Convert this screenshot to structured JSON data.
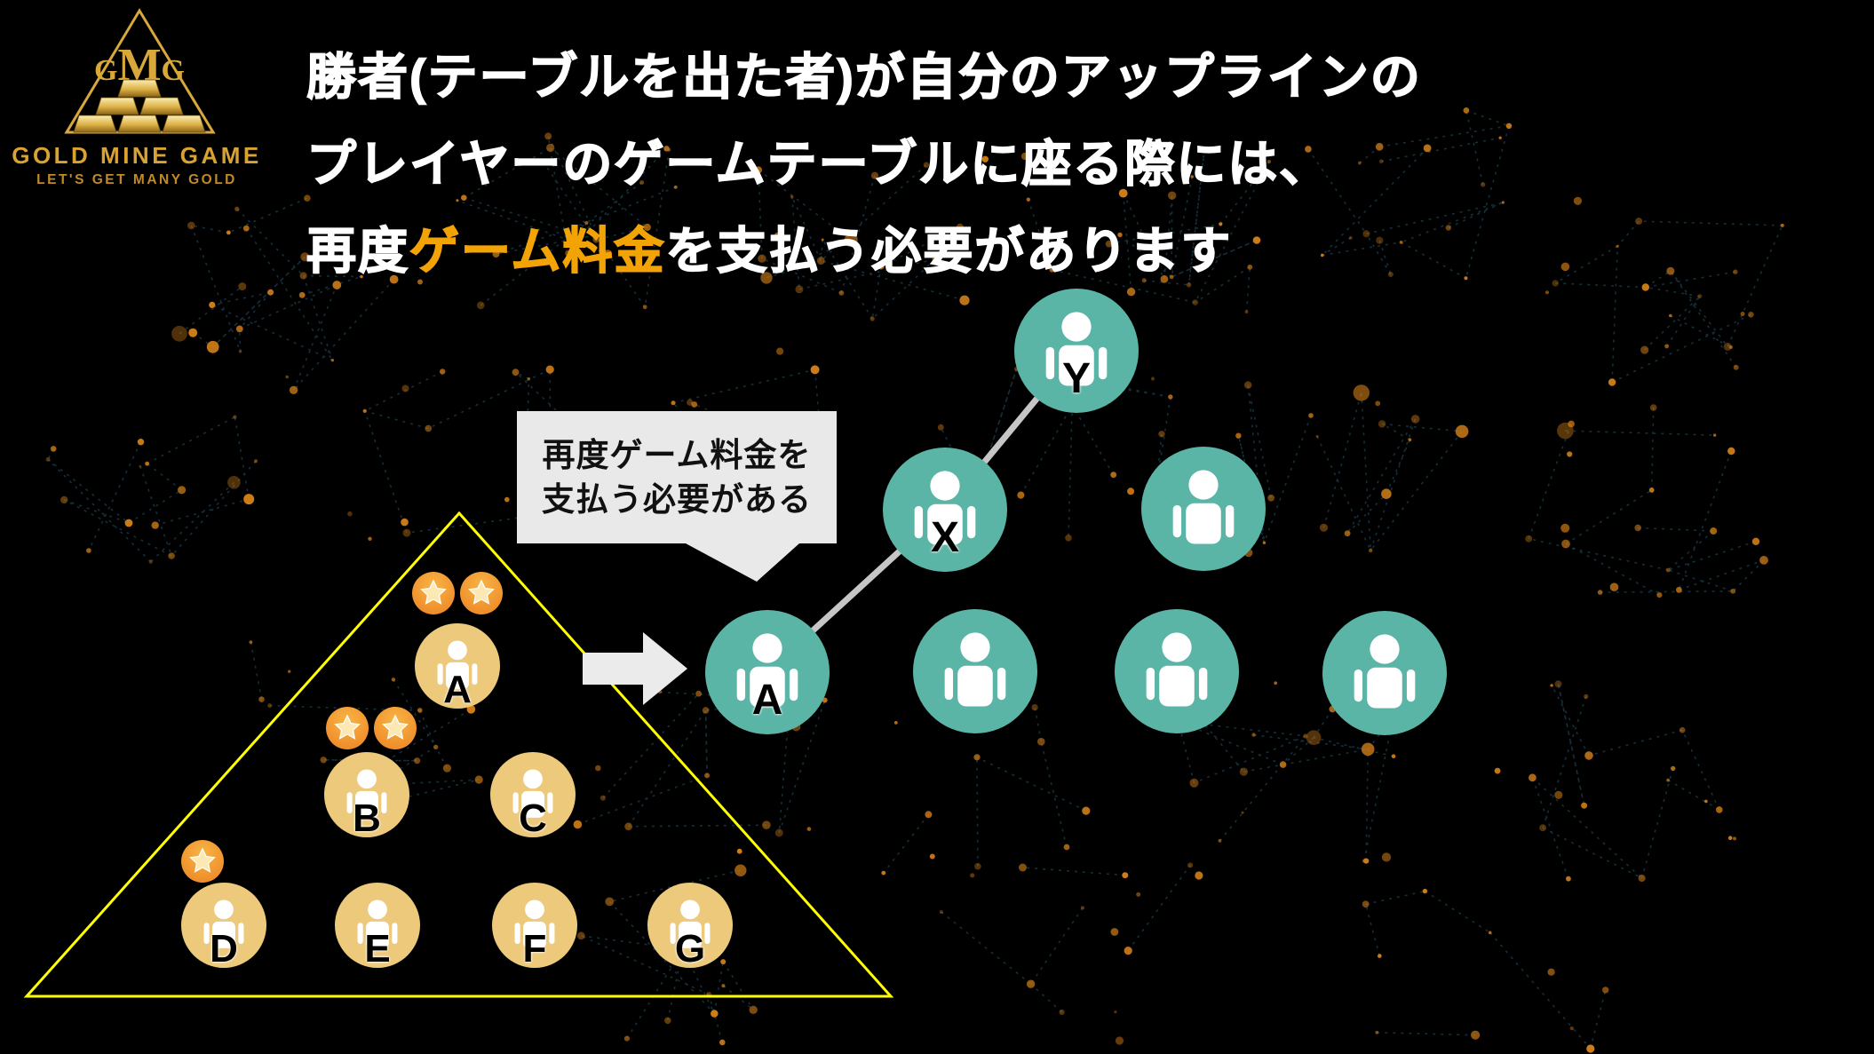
{
  "logo": {
    "monogram": "GMG",
    "title": "GOLD MINE GAME",
    "tagline": "LET'S GET MANY GOLD",
    "gold": "#d9a334",
    "tagline_color": "#c08a26",
    "outline": "#d8a93a"
  },
  "heading": {
    "line1": "勝者(テーブルを出た者)が自分のアップラインの",
    "line2": "プレイヤーのゲームテーブルに座る際には、",
    "line3_prefix": "再度",
    "line3_highlight": "ゲーム料金",
    "line3_suffix": "を支払う必要があります",
    "text_color": "#ffffff",
    "highlight_color": "#f2a306"
  },
  "callout": {
    "line1": "再度ゲーム料金を",
    "line2": "支払う必要がある",
    "bg_color": "#e9e9e9",
    "text_color": "#111111"
  },
  "left_pyramid": {
    "border_color": "#ffff00",
    "node_color": "#ecc97b",
    "icon_color": "#ffffff",
    "star_badge_color": "#ef8e2b",
    "star_badge_top": "#f8b445",
    "star_color": "#fbe8b3",
    "players": [
      {
        "label": "A",
        "stars": 2
      },
      {
        "label": "B",
        "stars": 2
      },
      {
        "label": "C",
        "stars": 0
      },
      {
        "label": "D",
        "stars": 1
      },
      {
        "label": "E",
        "stars": 0
      },
      {
        "label": "F",
        "stars": 0
      },
      {
        "label": "G",
        "stars": 0
      }
    ]
  },
  "right_group": {
    "node_color": "#5bb5a6",
    "icon_color": "#ffffff",
    "connector_color": "#c6c6c6",
    "players": [
      {
        "label": "Y"
      },
      {
        "label": "X"
      },
      {
        "label": ""
      },
      {
        "label": "A"
      },
      {
        "label": ""
      },
      {
        "label": ""
      },
      {
        "label": ""
      }
    ]
  },
  "arrow": {
    "color": "#ebebeb"
  },
  "background": {
    "color": "#000000",
    "dot_color": "#cf7d18",
    "line_color": "#16323e"
  }
}
